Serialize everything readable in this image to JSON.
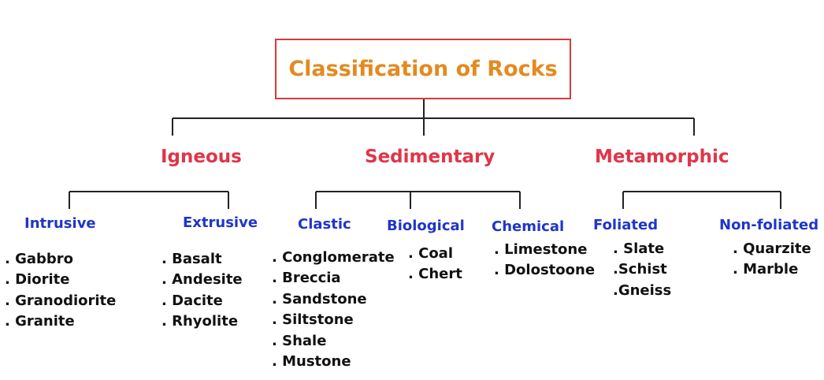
{
  "title": "Classification of Rocks",
  "categories": [
    {
      "name": "Igneous",
      "subtypes": [
        {
          "name": "Intrusive",
          "examples": [
            ". Gabbro",
            ". Diorite",
            ". Granodiorite",
            ". Granite"
          ]
        },
        {
          "name": "Extrusive",
          "examples": [
            ". Basalt",
            ". Andesite",
            ". Dacite",
            ". Rhyolite"
          ]
        }
      ]
    },
    {
      "name": "Sedimentary",
      "subtypes": [
        {
          "name": "Clastic",
          "examples": [
            ". Conglomerate",
            ". Breccia",
            ". Sandstone",
            ". Siltstone",
            ". Shale",
            ". Mustone"
          ]
        },
        {
          "name": "Biological",
          "examples": [
            ". Coal",
            ". Chert"
          ]
        },
        {
          "name": "Chemical",
          "examples": [
            ". Limestone",
            ". Dolostoone"
          ]
        }
      ]
    },
    {
      "name": "Metamorphic",
      "subtypes": [
        {
          "name": "Foliated",
          "examples": [
            ". Slate",
            ".Schist",
            ".Gneiss"
          ]
        },
        {
          "name": "Non-foliated",
          "examples": [
            ". Quarzite",
            ". Marble"
          ]
        }
      ]
    }
  ],
  "colors": {
    "title_text": "#e48a1f",
    "title_border": "#d83a3a",
    "category_text": "#e03548",
    "subtype_text": "#2035c8",
    "example_text": "#111111",
    "connector": "#222222"
  }
}
